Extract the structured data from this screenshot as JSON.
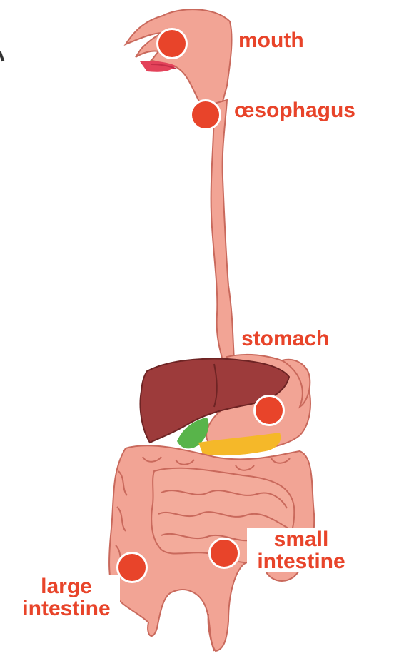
{
  "labels": {
    "mouth": "mouth",
    "oesophagus": "œsophagus",
    "stomach": "stomach",
    "small_intestine_line1": "small",
    "small_intestine_line2": "intestine",
    "large_intestine_line1": "large",
    "large_intestine_line2": "intestine"
  },
  "colors": {
    "label": "#e8442a",
    "marker": "#e8442a",
    "tract": "#f2a495",
    "tract_outline": "#c9695c",
    "liver": "#9d3b3b",
    "gallbladder": "#58b44a",
    "pancreas": "#f5b829",
    "lips": "#e3425a"
  }
}
